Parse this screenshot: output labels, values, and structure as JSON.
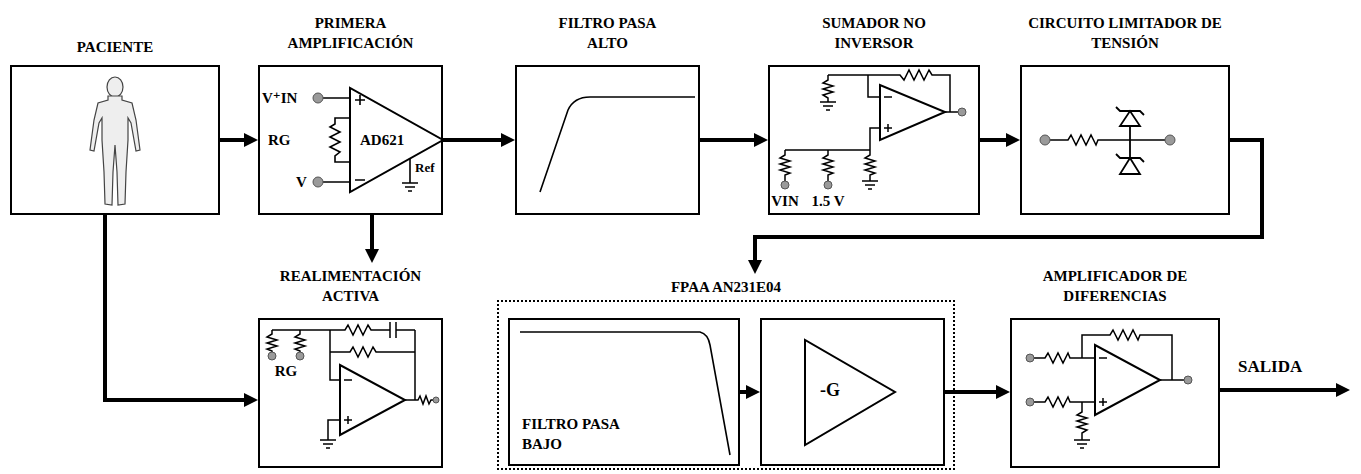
{
  "diagram": {
    "nodes": [
      {
        "text": [
          "PACIENTE"
        ]
      },
      {
        "text": [
          "PRIMERA AMPLIFICACIÓN"
        ]
      },
      {
        "text": [
          "FILTRO PASA ALTO"
        ]
      },
      {
        "text": [
          "SUMADOR NO INVERSOR"
        ]
      },
      {
        "text": [
          "CIRCUITO LIMITADOR DE TENSIÓN"
        ]
      },
      {
        "text": [
          "REALIMENTACIÓN ACTIVA"
        ]
      },
      {
        "text": [
          "FPAA AN231E04"
        ]
      },
      {
        "text": [
          "FILTRO PASA BAJO"
        ],
        "in": 6
      },
      {
        "text": [
          "-G"
        ],
        "in": 6
      },
      {
        "text": [
          "AMPLIFICADOR DE DIFERENCIAS"
        ]
      }
    ],
    "edges": [
      {
        "from": 0,
        "to": 1,
        "arrow": "to"
      },
      {
        "from": 1,
        "to": 2,
        "arrow": "to"
      },
      {
        "from": 2,
        "to": 3,
        "arrow": "to"
      },
      {
        "from": 3,
        "to": 4,
        "arrow": "to"
      },
      {
        "from": 4,
        "to": 6,
        "arrow": "to"
      },
      {
        "from": 7,
        "to": 8,
        "arrow": "to"
      },
      {
        "from": 8,
        "to": 9,
        "arrow": "to"
      },
      {
        "from": 1,
        "to": 5,
        "arrow": "to"
      },
      {
        "from": 0,
        "to": 5,
        "arrow": "to"
      }
    ],
    "labels": [
      "V⁺IN",
      "RG",
      "AD621",
      "V",
      "Ref",
      "VIN",
      "1.5 V",
      "RG",
      "SALIDA"
    ]
  }
}
